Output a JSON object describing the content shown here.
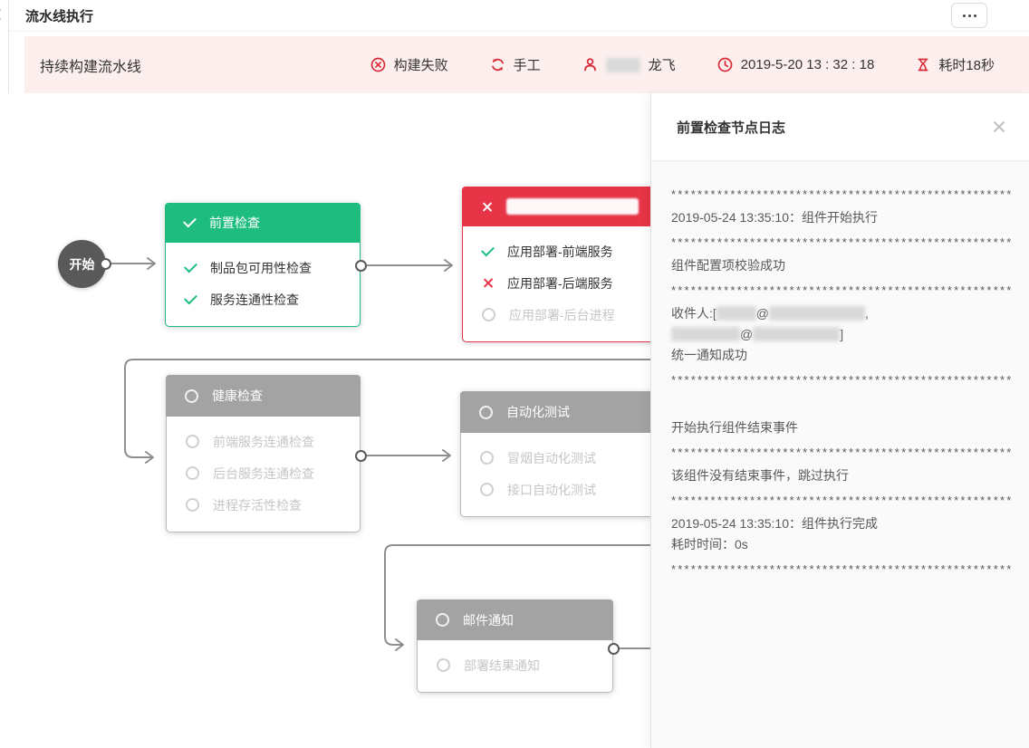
{
  "colors": {
    "accent_red": "#d92b38",
    "success_green": "#1ebd7f",
    "fail_red": "#e73446",
    "pending_gray": "#a3a3a3",
    "status_bg_pink": "#fcefed"
  },
  "window": {
    "title": "流水线执行"
  },
  "status_bar": {
    "pipeline_name": "持续构建流水线",
    "build_status": "构建失败",
    "trigger_mode": "手工",
    "user_name": "龙飞",
    "build_time": "2019-5-20 13 : 32 : 18",
    "duration": "耗时18秒"
  },
  "flow": {
    "start_label": "开始",
    "nodes": [
      {
        "title": "前置检查",
        "status": "success",
        "items": [
          "制品包可用性检查",
          "服务连通性检查"
        ]
      },
      {
        "title": "",
        "title_redacted": true,
        "status": "failed",
        "items": [
          "应用部署-前端服务",
          "应用部署-后端服务",
          "应用部署-后台进程"
        ]
      },
      {
        "title": "健康检查",
        "status": "pending",
        "items": [
          "前端服务连通检查",
          "后台服务连通检查",
          "进程存活性检查"
        ]
      },
      {
        "title": "自动化测试",
        "status": "pending",
        "items": [
          "冒烟自动化测试",
          "接口自动化测试"
        ]
      },
      {
        "title": "邮件通知",
        "status": "pending",
        "items": [
          "部署结果通知"
        ]
      }
    ]
  },
  "log_panel": {
    "title": "前置检查节点日志",
    "separator": "*******************************************************",
    "lines": {
      "start": "2019-05-24 13:35:10：组件开始执行",
      "config_ok": "组件配置项校验成功",
      "notify_ok": "统一通知成功",
      "end_event_start": "开始执行组件结束事件",
      "no_end_event": "该组件没有结束事件，跳过执行",
      "complete": "2019-05-24 13:35:10：组件执行完成",
      "elapsed": "耗时时间：0s"
    },
    "recipient1": {
      "p1": "收件人:[",
      "p2": "@",
      "p3": ","
    },
    "recipient2": {
      "p1": "@",
      "p2": "]"
    }
  }
}
